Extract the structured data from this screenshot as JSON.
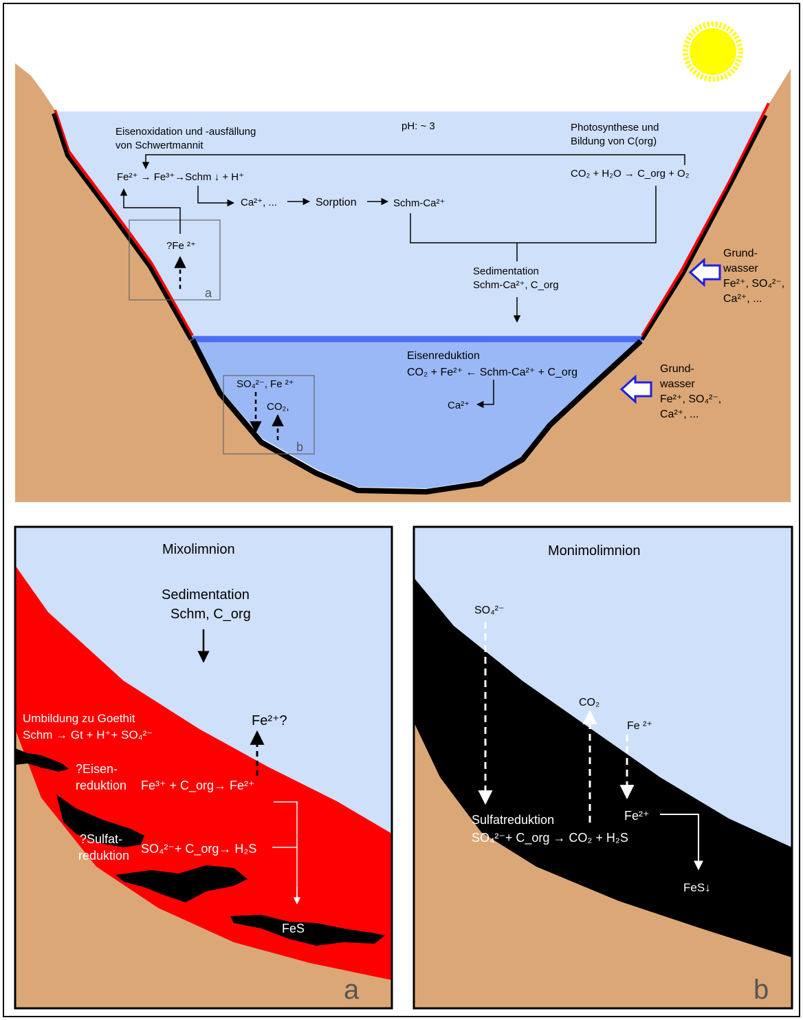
{
  "colors": {
    "soil": "#dba777",
    "water_light": "#cfe0fb",
    "water_deep": "#9ab8f5",
    "chemocline": "#4a6ef2",
    "iron_layer": "#ff0000",
    "sediment": "#000000",
    "sun": "#ffff00",
    "groundwater_arrow": "#1e1ee6"
  },
  "icons": [
    "sun-icon",
    "groundwater-arrow-icon"
  ],
  "overview": {
    "ph": "pH: ~ 3",
    "oxidation_title": [
      "Eisenoxidation und -ausfällung",
      "von Schwertmannit"
    ],
    "photosynthesis_title": [
      "Photosynthese und",
      "Bildung von C(org)"
    ],
    "fe_oxidation_eq": "Fe²⁺ → Fe³⁺→Schm ↓ + H⁺",
    "photosynthesis_eq": "CO₂ + H₂O → C_org + O₂",
    "sorption_chain": [
      "Ca²⁺, ...",
      "Sorption",
      "Schm-Ca²⁺"
    ],
    "fe_question": "?Fe ²⁺",
    "box_a_label": "a",
    "box_b_label": "b",
    "sedimentation": [
      "Sedimentation",
      "Schm-Ca²⁺, C_org"
    ],
    "iron_reduction": [
      "Eisenreduktion",
      "CO₂ + Fe²⁺ ← Schm-Ca²⁺ + C_org"
    ],
    "ca_out": "Ca²⁺",
    "box_b_species": [
      "SO₄²⁻, Fe ²⁺",
      "CO₂,"
    ],
    "groundwater_upper": [
      "Grund-",
      "wasser",
      "Fe²⁺, SO₄²⁻,",
      "Ca²⁺, ..."
    ],
    "groundwater_lower": [
      "Grund-",
      "wasser",
      "Fe²⁺, SO₄²⁻,",
      "Ca²⁺, ..."
    ]
  },
  "panel_a": {
    "title": "Mixolimnion",
    "sedimentation": [
      "Sedimentation",
      "Schm, C_org"
    ],
    "goethite": [
      "Umbildung zu Goethit",
      "Schm → Gt + H⁺+ SO₄²⁻"
    ],
    "fe_question": "Fe²⁺?",
    "iron_reduction_label": [
      "?Eisen-",
      "reduktion"
    ],
    "iron_reduction_eq": "Fe³⁺ + C_org→ Fe²⁺",
    "sulfate_reduction_label": [
      "?Sulfat-",
      "reduktion"
    ],
    "sulfate_reduction_eq": "SO₄²⁻+ C_org→ H₂S",
    "fes": "FeS",
    "corner_label": "a"
  },
  "panel_b": {
    "title": "Monimolimnion",
    "so4": "SO₄²⁻",
    "co2": "CO₂",
    "fe": "Fe ²⁺",
    "sulfate_reduction_label": "Sulfatreduktion",
    "sulfate_reduction_eq": "SO₄²⁻+ C_org →  CO₂ + H₂S",
    "fe2": "Fe²⁺",
    "fes": "FeS↓",
    "corner_label": "b"
  }
}
